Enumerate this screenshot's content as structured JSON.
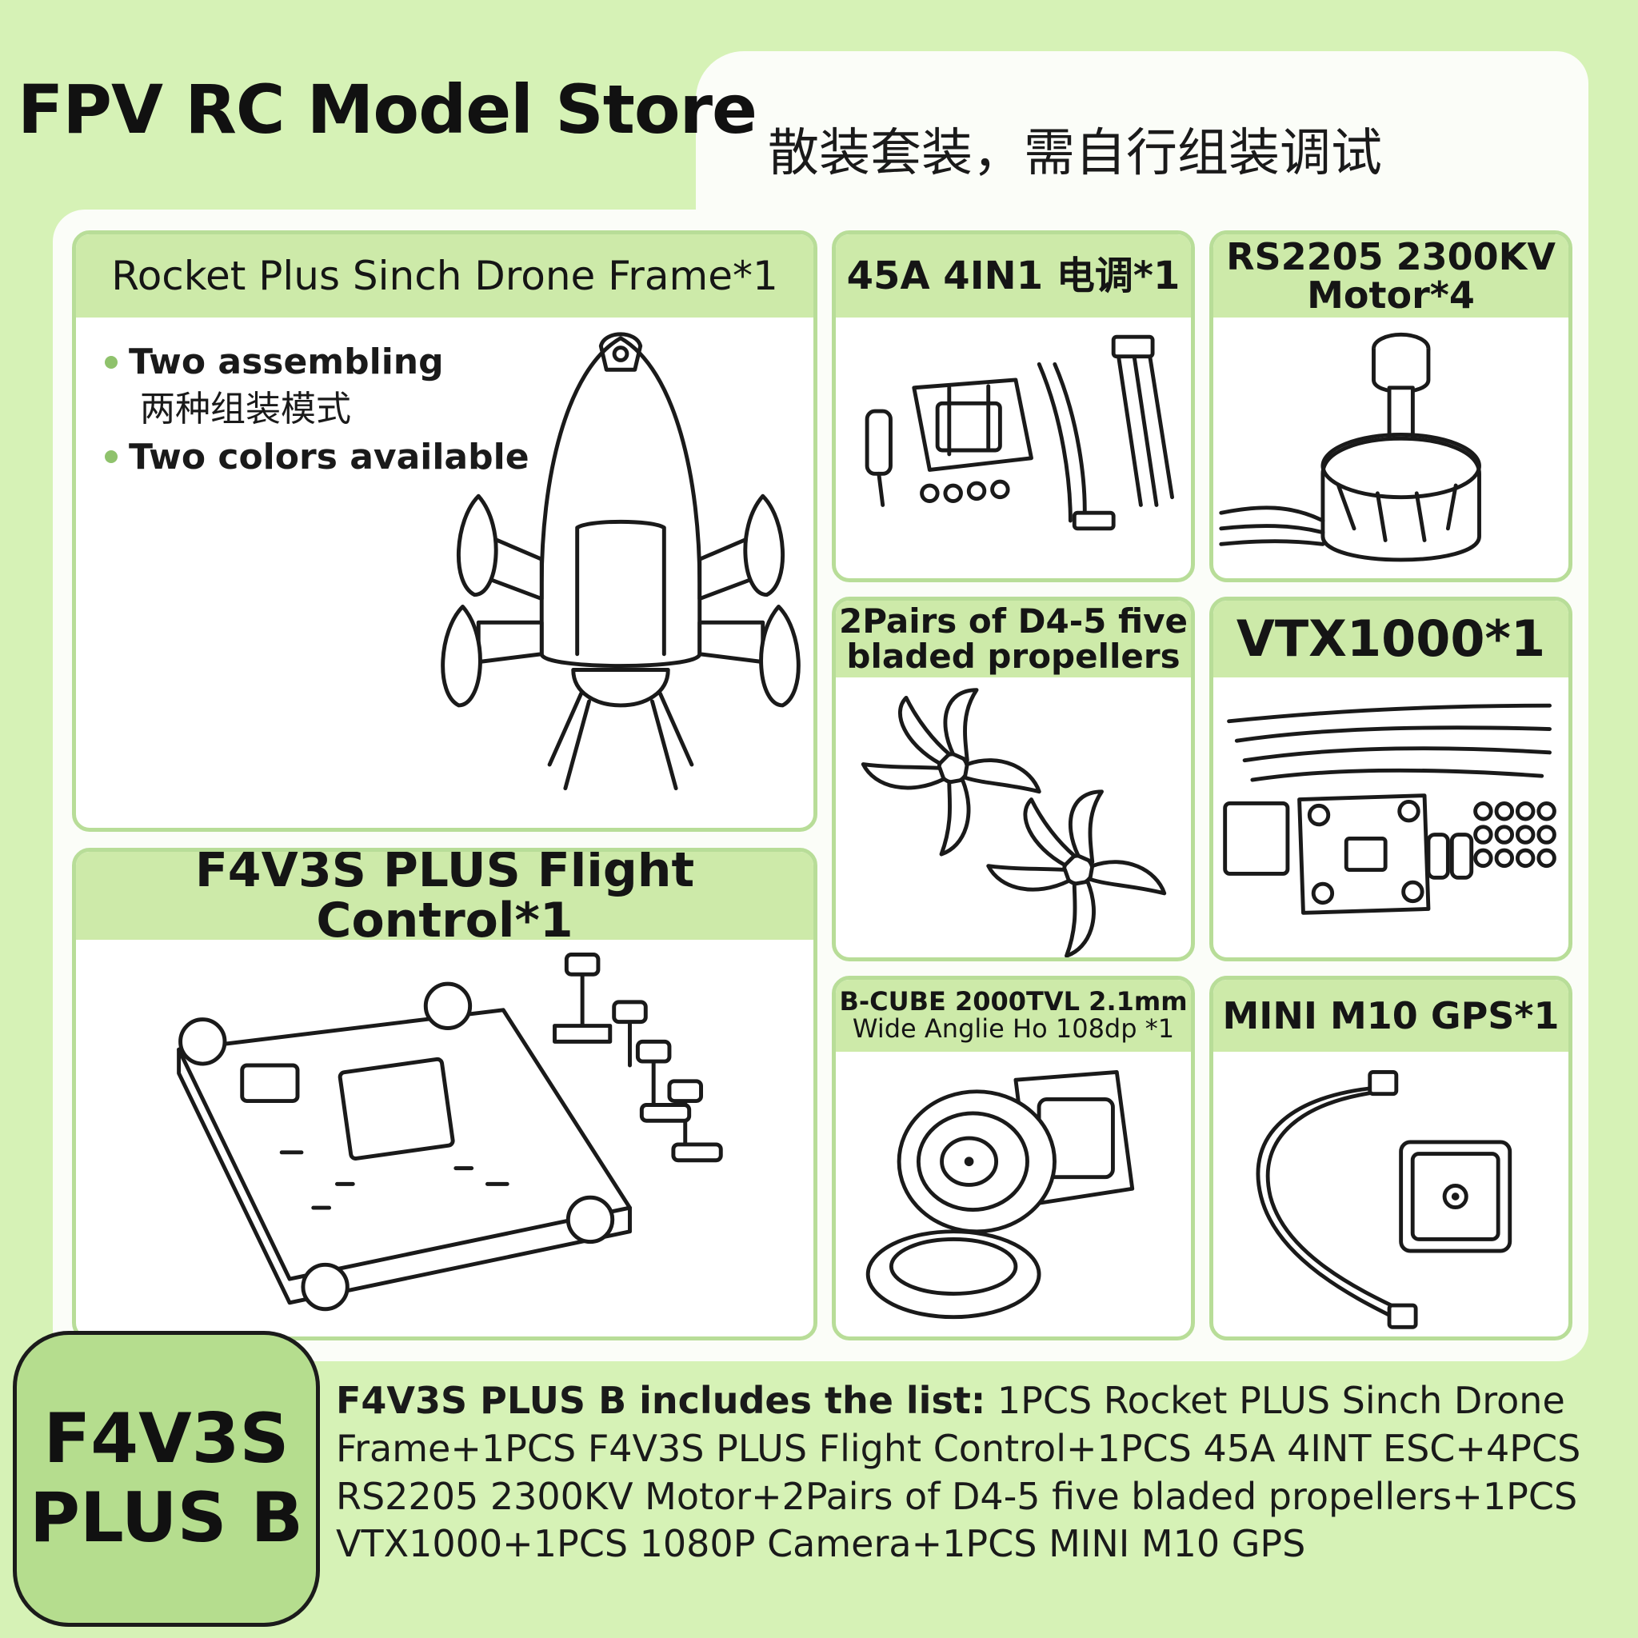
{
  "store": {
    "title": "FPV RC Model Store",
    "subtitle": "散装套装，需自行组装调试"
  },
  "cards": {
    "frame": {
      "title": "Rocket Plus Sinch Drone Frame*1",
      "features": [
        "Two assembling",
        "两种组装模式",
        "Two colors available"
      ]
    },
    "esc": {
      "title": "45A 4IN1 电调*1"
    },
    "motor": {
      "title_line1": "RS2205 2300KV",
      "title_line2": "Motor*4"
    },
    "propellers": {
      "title_line1": "2Pairs of D4-5 five",
      "title_line2": "bladed propellers"
    },
    "vtx": {
      "title": "VTX1000*1"
    },
    "flight_control": {
      "title": "F4V3S PLUS Flight Control*1"
    },
    "camera": {
      "title_line1": "B-CUBE 2000TVL 2.1mm",
      "title_line2": "Wide Anglie Ho 108dp *1"
    },
    "gps": {
      "title": "MINI M10 GPS*1"
    }
  },
  "package": {
    "badge_line1": "F4V3S",
    "badge_line2": "PLUS B",
    "list_heading": "F4V3S PLUS B includes the list:",
    "list_body": "1PCS Rocket PLUS Sinch Drone Frame+1PCS F4V3S PLUS Flight Control+1PCS 45A 4INT ESC+4PCS RS2205 2300KV Motor+2Pairs of D4-5 five bladed propellers+1PCS VTX1000+1PCS 1080P Camera+1PCS MINI M10 GPS"
  },
  "colors": {
    "background": "#d6f2b6",
    "header_green": "#cdeaa9",
    "border_green": "#b8dd98",
    "badge_green": "#b5dd8e"
  }
}
